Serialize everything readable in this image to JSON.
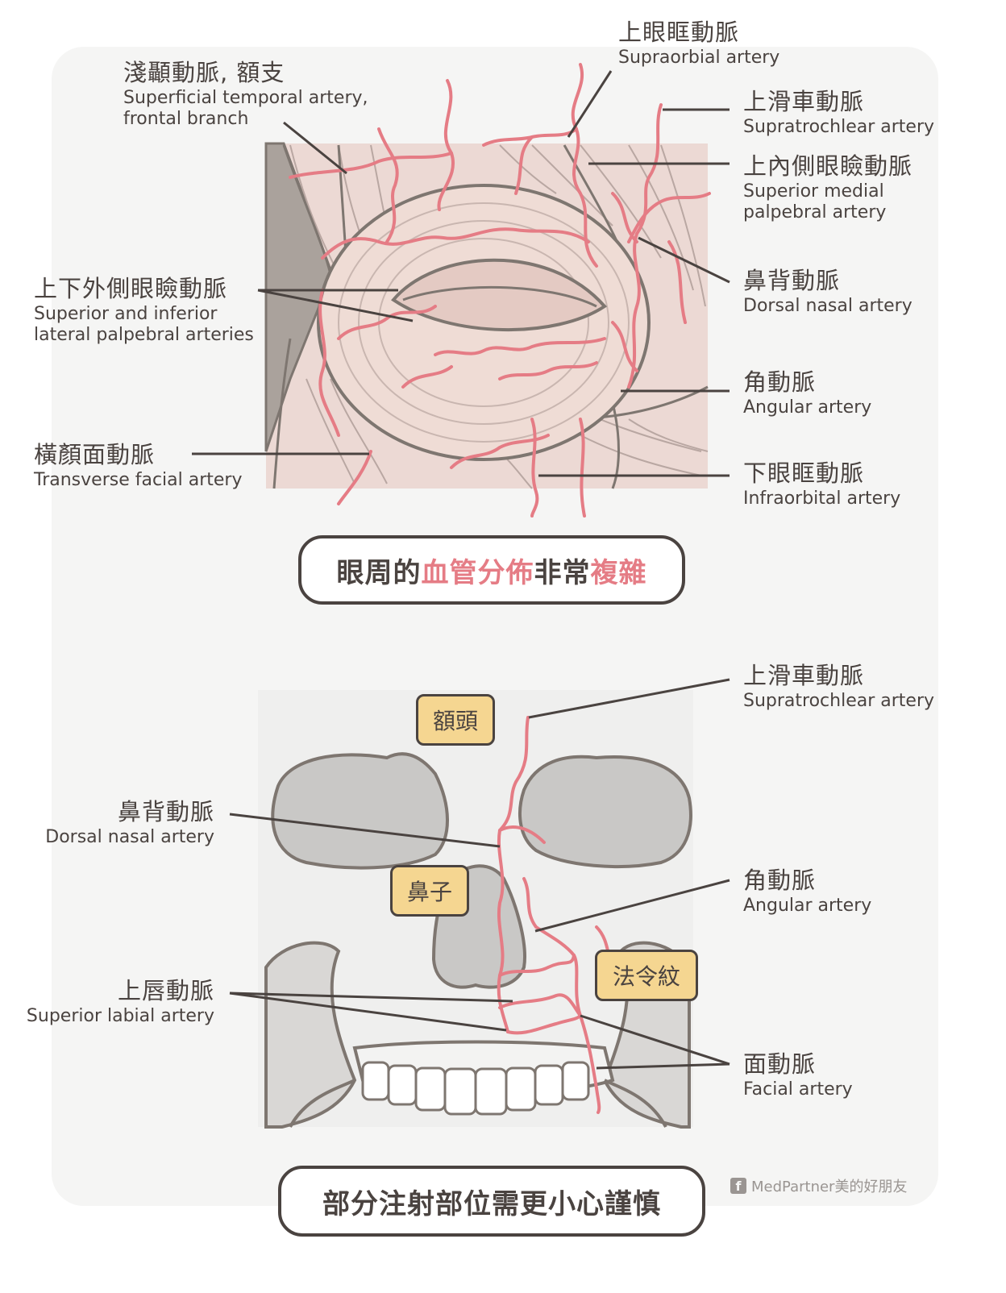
{
  "top": {
    "labels": {
      "supraorbital": {
        "zh": "上眼眶動脈",
        "en": "Supraorbial artery"
      },
      "superficial_temporal": {
        "zh": "淺顳動脈, 額支",
        "en1": "Superficial temporal artery,",
        "en2": "frontal branch"
      },
      "supratrochlear": {
        "zh": "上滑車動脈",
        "en": "Supratrochlear artery"
      },
      "superior_medial_palpebral": {
        "zh": "上內側眼瞼動脈",
        "en1": "Superior medial",
        "en2": "palpebral artery"
      },
      "lateral_palpebral": {
        "zh": "上下外側眼瞼動脈",
        "en1": "Superior and inferior",
        "en2": "lateral palpebral arteries"
      },
      "dorsal_nasal": {
        "zh": "鼻背動脈",
        "en": "Dorsal nasal artery"
      },
      "angular": {
        "zh": "角動脈",
        "en": "Angular artery"
      },
      "transverse_facial": {
        "zh": "橫顏面動脈",
        "en": "Transverse facial artery"
      },
      "infraorbital": {
        "zh": "下眼眶動脈",
        "en": "Infraorbital artery"
      }
    },
    "title": {
      "p1": "眼周的",
      "p2": "血管分佈",
      "p3": "非常",
      "p4": "複雜"
    }
  },
  "bottom": {
    "labels": {
      "supratrochlear": {
        "zh": "上滑車動脈",
        "en": "Supratrochlear artery"
      },
      "dorsal_nasal": {
        "zh": "鼻背動脈",
        "en": "Dorsal nasal artery"
      },
      "angular": {
        "zh": "角動脈",
        "en": "Angular artery"
      },
      "superior_labial": {
        "zh": "上唇動脈",
        "en": "Superior labial artery"
      },
      "facial": {
        "zh": "面動脈",
        "en": "Facial artery"
      }
    },
    "bubbles": {
      "forehead": "額頭",
      "nose": "鼻子",
      "nasolabial": "法令紋"
    },
    "title": "部分注射部位需更小心謹慎"
  },
  "credit": "MedPartner美的好朋友",
  "colors": {
    "artery": "#e57c85",
    "line": "#4a4340",
    "bubble": "#f5d691",
    "panel": "#f5f5f4"
  }
}
